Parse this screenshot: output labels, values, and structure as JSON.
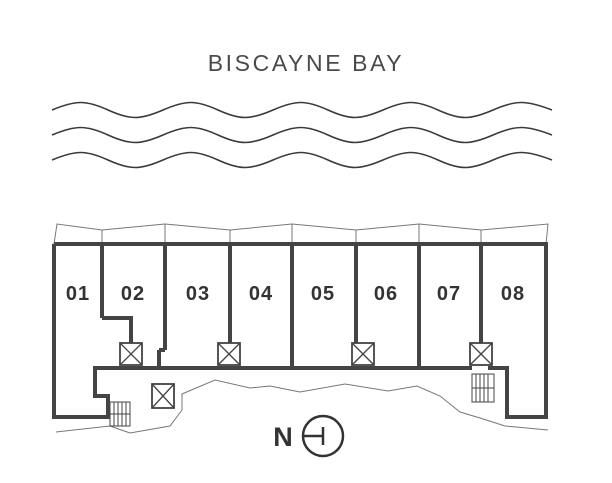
{
  "water_label": "BISCAYNE BAY",
  "units": [
    "01",
    "02",
    "03",
    "04",
    "05",
    "06",
    "07",
    "08"
  ],
  "north_label": "N",
  "colors": {
    "walls": "#444444",
    "text": "#333333",
    "water_lines": "#3a3a3a",
    "background": "#ffffff"
  },
  "icons": [
    "elevator-icon",
    "stair-icon",
    "north-arrow-icon",
    "water-waves-icon"
  ]
}
